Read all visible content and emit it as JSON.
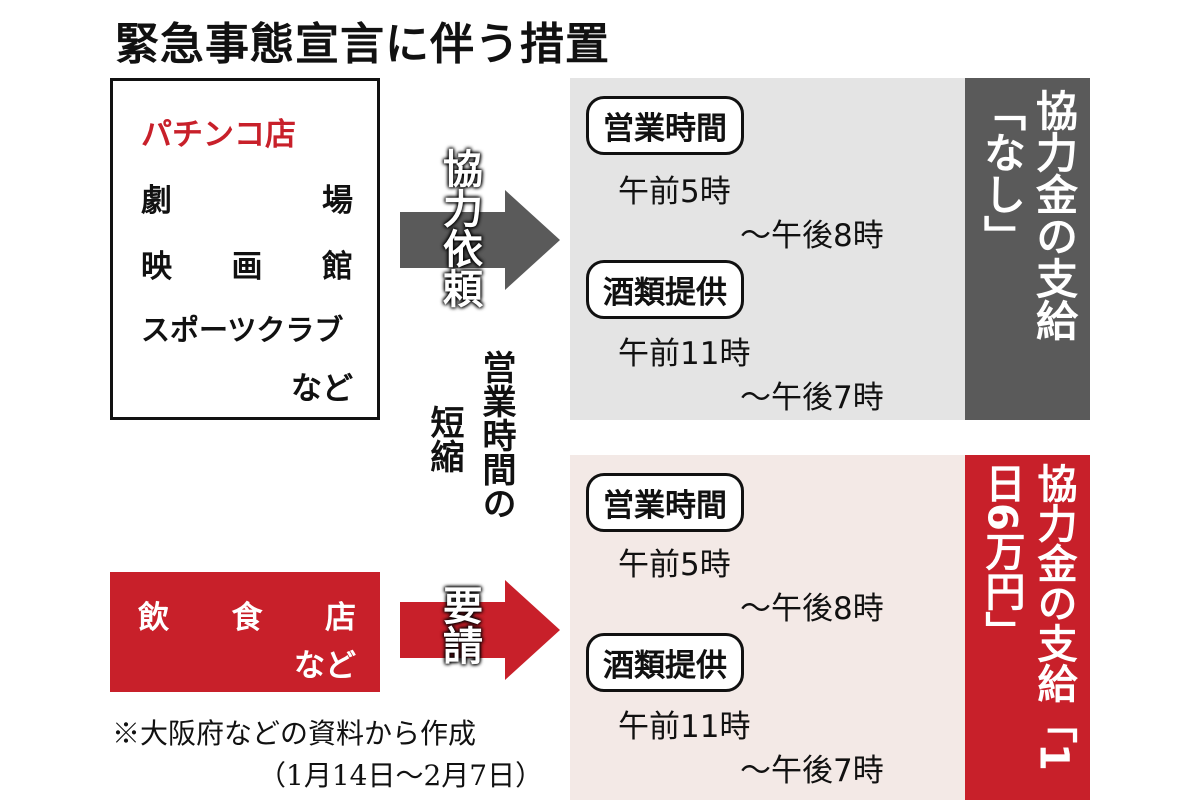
{
  "title": "緊急事態宣言に伴う措置",
  "colors": {
    "red": "#c8202a",
    "dark_gray": "#5a5a5a",
    "panel_gray": "#e4e4e4",
    "panel_pink": "#f3e9e6"
  },
  "top_group": {
    "facilities": [
      "パチンコ店",
      "劇場",
      "映画館",
      "スポーツクラブ",
      "など"
    ],
    "arrow_label": "協力依頼",
    "hours_label": "営業時間",
    "hours_from": "午前5時",
    "hours_to": "〜午後8時",
    "alcohol_label": "酒類提供",
    "alcohol_from": "午前11時",
    "alcohol_to": "〜午後7時",
    "subsidy": "協力金の支給「なし」"
  },
  "middle_label": {
    "line1": "営業時間の",
    "line2": "短縮"
  },
  "bottom_group": {
    "facilities": [
      "飲食店",
      "など"
    ],
    "arrow_label": "要請",
    "hours_label": "営業時間",
    "hours_from": "午前5時",
    "hours_to": "〜午後8時",
    "alcohol_label": "酒類提供",
    "alcohol_from": "午前11時",
    "alcohol_to": "〜午後7時",
    "subsidy": "協力金の支給「1日6万円」"
  },
  "note": {
    "source": "※大阪府などの資料から作成",
    "period": "（1月14日〜2月7日）"
  }
}
